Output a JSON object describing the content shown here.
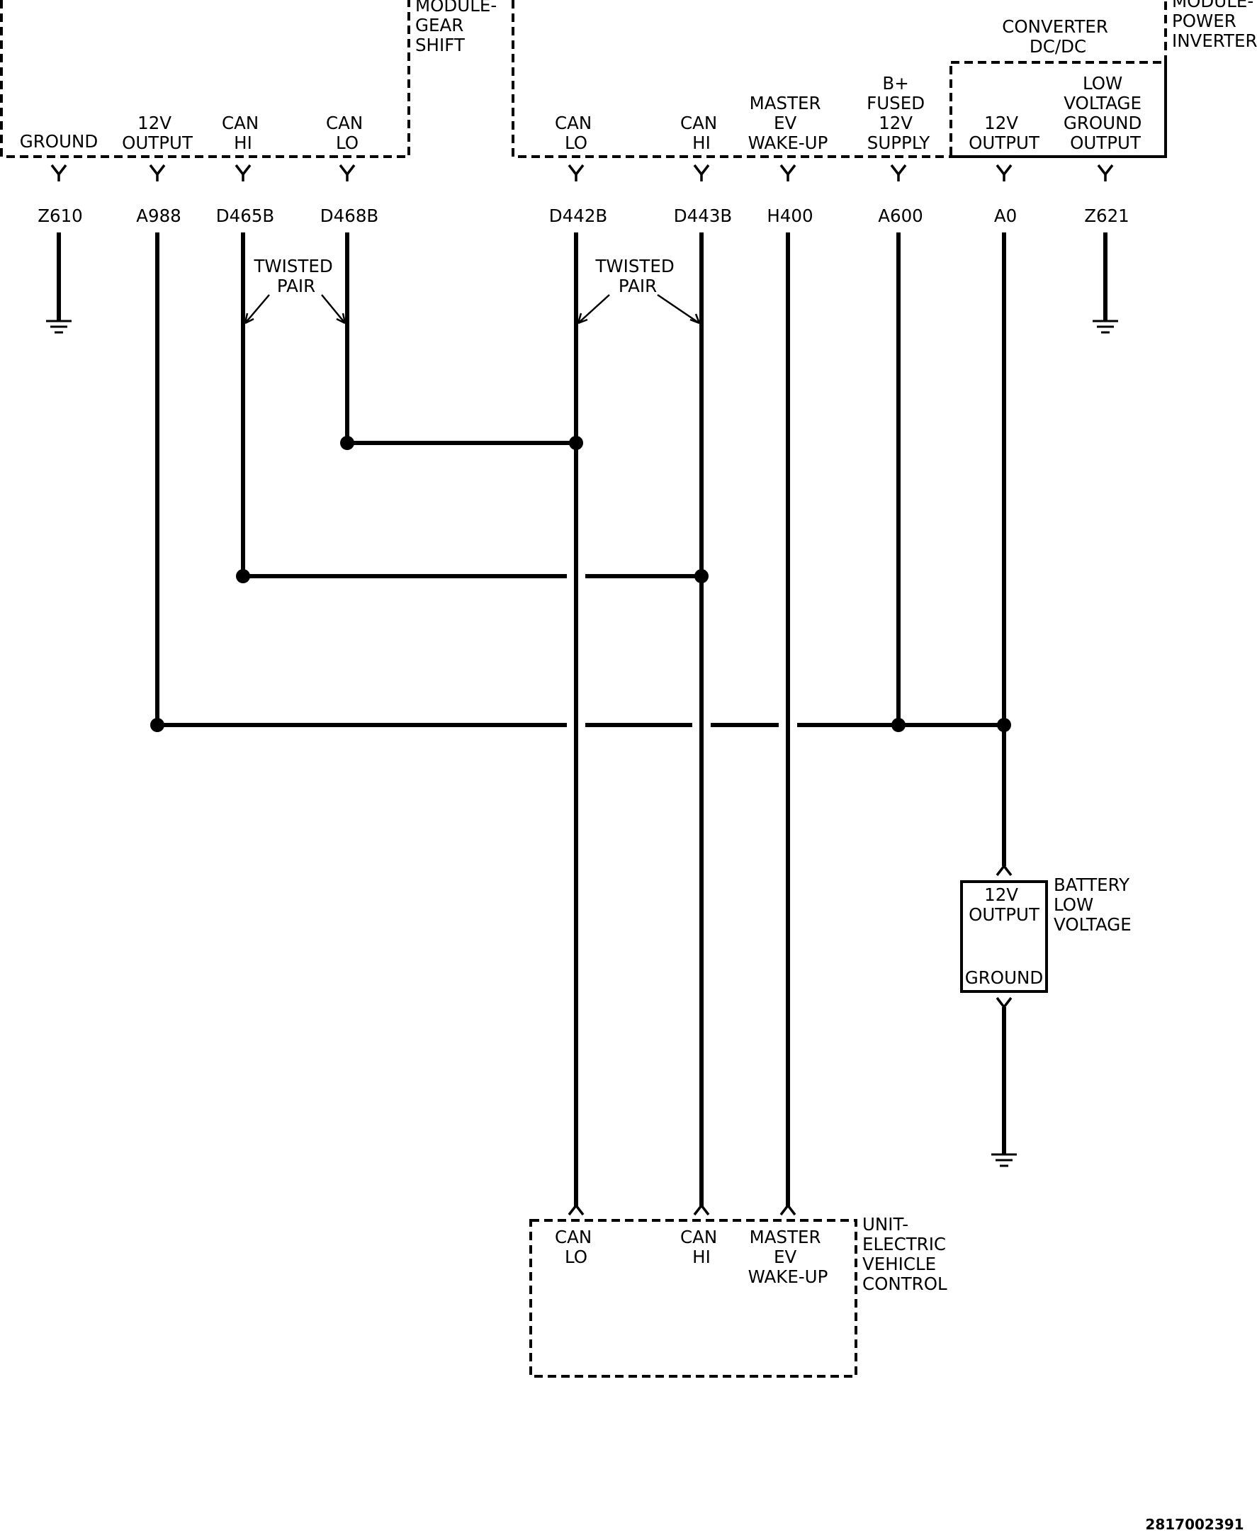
{
  "modules": {
    "gear_shift": {
      "name": [
        "MODULE-",
        "GEAR",
        "SHIFT"
      ]
    },
    "power_inverter": {
      "name": [
        "MODULE-",
        "POWER",
        "INVERTER"
      ]
    },
    "converter": {
      "name": [
        "CONVERTER",
        "DC/DC"
      ]
    },
    "evc": {
      "name": [
        "UNIT-",
        "ELECTRIC",
        "VEHICLE",
        "CONTROL"
      ]
    },
    "battery": {
      "name": [
        "BATTERY",
        "LOW",
        "VOLTAGE"
      ]
    }
  },
  "pins": {
    "gs_ground": [
      "GROUND"
    ],
    "gs_12v_output": [
      "12V",
      "OUTPUT"
    ],
    "gs_can_hi": [
      "CAN",
      "HI"
    ],
    "gs_can_lo": [
      "CAN",
      "LO"
    ],
    "pi_can_lo": [
      "CAN",
      "LO"
    ],
    "pi_can_hi": [
      "CAN",
      "HI"
    ],
    "pi_master_ev_wakeup": [
      "MASTER",
      "EV",
      "WAKE-UP"
    ],
    "pi_b_fused_supply": [
      "B+",
      "FUSED",
      "12V",
      "SUPPLY"
    ],
    "conv_12v_output": [
      "12V",
      "OUTPUT"
    ],
    "conv_low_voltage_ground": [
      "LOW",
      "VOLTAGE",
      "GROUND",
      "OUTPUT"
    ],
    "evc_can_lo": [
      "CAN",
      "LO"
    ],
    "evc_can_hi": [
      "CAN",
      "HI"
    ],
    "evc_master_ev_wakeup": [
      "MASTER",
      "EV",
      "WAKE-UP"
    ],
    "bat_12v_output": [
      "12V",
      "OUTPUT"
    ],
    "bat_ground": [
      "GROUND"
    ]
  },
  "circuits": [
    "Z610",
    "A988",
    "D465B",
    "D468B",
    "D442B",
    "D443B",
    "H400",
    "A600",
    "A0",
    "Z621"
  ],
  "annotations": {
    "twisted_pair": [
      "TWISTED",
      "PAIR"
    ]
  },
  "figure_id": "2817002391"
}
